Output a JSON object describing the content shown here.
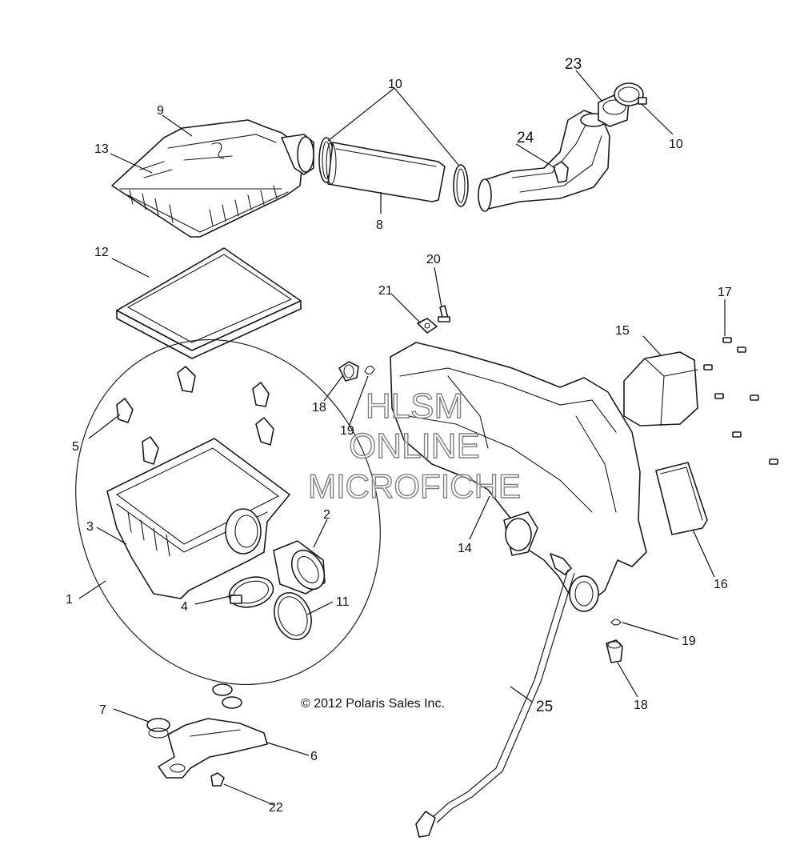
{
  "diagram": {
    "copyright": "© 2012 Polaris Sales Inc.",
    "watermark": {
      "line1": "HLSM",
      "line2": "ONLINE",
      "line3": "MICROFICHE"
    },
    "callouts": {
      "c1": "1",
      "c2": "2",
      "c3": "3",
      "c4": "4",
      "c5": "5",
      "c6": "6",
      "c7": "7",
      "c8": "8",
      "c9": "9",
      "c10a": "10",
      "c10b": "10",
      "c11": "11",
      "c12": "12",
      "c13": "13",
      "c14": "14",
      "c15": "15",
      "c16": "16",
      "c17": "17",
      "c18a": "18",
      "c18b": "18",
      "c19a": "19",
      "c19b": "19",
      "c20": "20",
      "c21": "21",
      "c22": "22",
      "c23": "23",
      "c24": "24",
      "c25": "25"
    }
  }
}
